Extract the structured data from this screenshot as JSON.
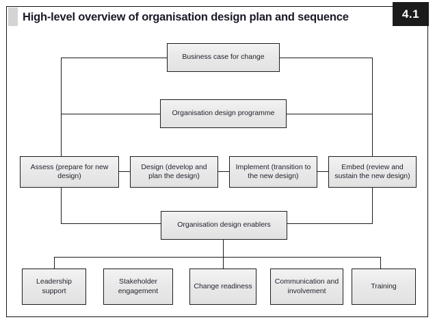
{
  "figure": {
    "title": "High-level overview of organisation design plan and sequence",
    "number": "4.1",
    "accent_color": "#d4d4d4",
    "badge_bg": "#1b1b1b",
    "badge_fg": "#ffffff",
    "box_fill": "#e9e9e9",
    "line_color": "#1a1a1a"
  },
  "chart_data": {
    "type": "diagram",
    "title": "High-level overview of organisation design plan and sequence",
    "levels": [
      {
        "name": "business-case",
        "nodes": [
          "Business case for change"
        ]
      },
      {
        "name": "programme",
        "nodes": [
          "Organisation design programme"
        ]
      },
      {
        "name": "phases",
        "nodes": [
          "Assess (prepare for new design)",
          "Design (develop and plan the design)",
          "Implement (transition to the new design)",
          "Embed (review and sustain the new design)"
        ]
      },
      {
        "name": "enablers",
        "nodes": [
          "Organisation design enablers"
        ]
      },
      {
        "name": "enabler-items",
        "nodes": [
          "Leadership support",
          "Stakeholder engagement",
          "Change readiness",
          "Communication and involvement",
          "Training"
        ]
      }
    ]
  },
  "nodes": {
    "business_case": "Business case for change",
    "programme": "Organisation design programme",
    "assess": "Assess (prepare for new design)",
    "design": "Design (develop and plan the design)",
    "implement": "Implement (transition to the new design)",
    "embed": "Embed (review and sustain the new design)",
    "enablers": "Organisation design enablers",
    "leadership": "Leadership support",
    "stakeholder": "Stakeholder engagement",
    "readiness": "Change readiness",
    "communication": "Communication and involvement",
    "training": "Training"
  }
}
